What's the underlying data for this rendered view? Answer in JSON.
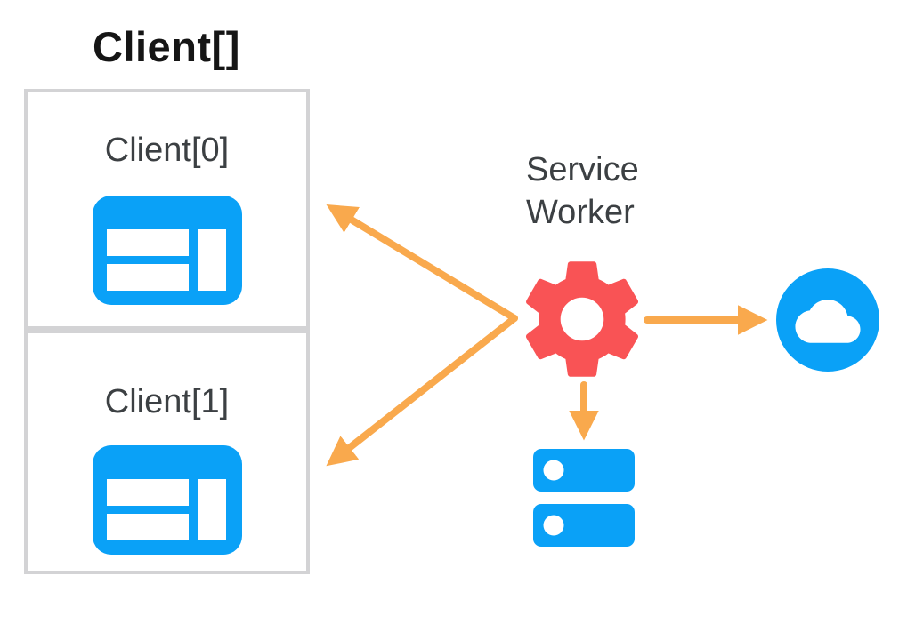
{
  "diagram": {
    "title": "Client[]",
    "clients": [
      {
        "label": "Client[0]",
        "icon": "browser-window-icon"
      },
      {
        "label": "Client[1]",
        "icon": "browser-window-icon"
      }
    ],
    "service_worker": {
      "label": "Service\nWorker",
      "icon": "gear-icon"
    },
    "network": {
      "icon": "cloud-icon"
    },
    "storage": {
      "icon": "database-icon"
    },
    "edges": [
      {
        "from": "service-worker",
        "to": "client-0",
        "style": "arrow"
      },
      {
        "from": "service-worker",
        "to": "client-1",
        "style": "arrow"
      },
      {
        "from": "service-worker",
        "to": "cloud-network",
        "style": "arrow"
      },
      {
        "from": "service-worker",
        "to": "database-storage",
        "style": "arrow"
      }
    ],
    "colors": {
      "blue": "#0AA1F7",
      "red": "#F95355",
      "orange": "#F9A94D",
      "box_border": "#D3D3D5",
      "label_gray": "#3C4043",
      "title_black": "#151515",
      "background": "#FFFFFF"
    }
  }
}
